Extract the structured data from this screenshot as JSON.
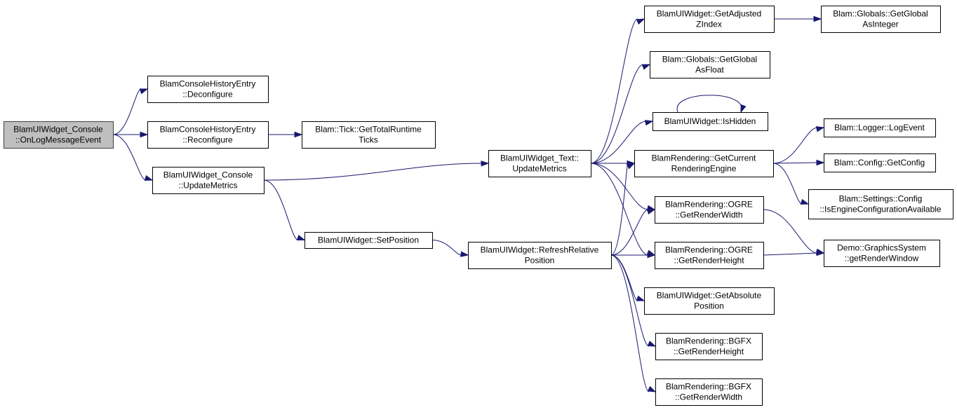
{
  "diagram": {
    "colors": {
      "edge": "#191970",
      "node_border": "#000000",
      "root_fill": "#bfbfbf",
      "node_fill": "#ffffff"
    },
    "nodes": [
      {
        "id": "root",
        "lines": [
          "BlamUIWidget_Console",
          "::OnLogMessageEvent"
        ],
        "highlight": true
      },
      {
        "id": "che_dec",
        "lines": [
          "BlamConsoleHistoryEntry",
          "::Deconfigure"
        ]
      },
      {
        "id": "che_rec",
        "lines": [
          "BlamConsoleHistoryEntry",
          "::Reconfigure"
        ]
      },
      {
        "id": "tick",
        "lines": [
          "Blam::Tick::GetTotalRuntime",
          "Ticks"
        ]
      },
      {
        "id": "con_upd",
        "lines": [
          "BlamUIWidget_Console",
          "::UpdateMetrics"
        ]
      },
      {
        "id": "setpos",
        "lines": [
          "BlamUIWidget::SetPosition"
        ]
      },
      {
        "id": "txt_upd",
        "lines": [
          "BlamUIWidget_Text::",
          "UpdateMetrics"
        ]
      },
      {
        "id": "refresh",
        "lines": [
          "BlamUIWidget::RefreshRelative",
          "Position"
        ]
      },
      {
        "id": "getz",
        "lines": [
          "BlamUIWidget::GetAdjusted",
          "ZIndex"
        ]
      },
      {
        "id": "gint",
        "lines": [
          "Blam::Globals::GetGlobal",
          "AsInteger"
        ]
      },
      {
        "id": "gfloat",
        "lines": [
          "Blam::Globals::GetGlobal",
          "AsFloat"
        ]
      },
      {
        "id": "hidden",
        "lines": [
          "BlamUIWidget::IsHidden"
        ]
      },
      {
        "id": "getcur",
        "lines": [
          "BlamRendering::GetCurrent",
          "RenderingEngine"
        ]
      },
      {
        "id": "logevt",
        "lines": [
          "Blam::Logger::LogEvent"
        ]
      },
      {
        "id": "getcfg",
        "lines": [
          "Blam::Config::GetConfig"
        ]
      },
      {
        "id": "isavail",
        "lines": [
          "Blam::Settings::Config",
          "::IsEngineConfigurationAvailable"
        ]
      },
      {
        "id": "ogre_w",
        "lines": [
          "BlamRendering::OGRE",
          "::GetRenderWidth"
        ]
      },
      {
        "id": "ogre_h",
        "lines": [
          "BlamRendering::OGRE",
          "::GetRenderHeight"
        ]
      },
      {
        "id": "renderwin",
        "lines": [
          "Demo::GraphicsSystem",
          "::getRenderWindow"
        ]
      },
      {
        "id": "getabs",
        "lines": [
          "BlamUIWidget::GetAbsolute",
          "Position"
        ]
      },
      {
        "id": "bgfx_h",
        "lines": [
          "BlamRendering::BGFX",
          "::GetRenderHeight"
        ]
      },
      {
        "id": "bgfx_w",
        "lines": [
          "BlamRendering::BGFX",
          "::GetRenderWidth"
        ]
      }
    ],
    "edges": [
      {
        "from": "root",
        "to": "che_dec"
      },
      {
        "from": "root",
        "to": "che_rec"
      },
      {
        "from": "root",
        "to": "con_upd"
      },
      {
        "from": "che_rec",
        "to": "tick"
      },
      {
        "from": "con_upd",
        "to": "txt_upd"
      },
      {
        "from": "con_upd",
        "to": "setpos"
      },
      {
        "from": "setpos",
        "to": "refresh"
      },
      {
        "from": "txt_upd",
        "to": "getz"
      },
      {
        "from": "txt_upd",
        "to": "gfloat"
      },
      {
        "from": "txt_upd",
        "to": "hidden"
      },
      {
        "from": "txt_upd",
        "to": "getcur"
      },
      {
        "from": "txt_upd",
        "to": "ogre_w"
      },
      {
        "from": "txt_upd",
        "to": "ogre_h"
      },
      {
        "from": "getz",
        "to": "gint"
      },
      {
        "from": "hidden",
        "to": "hidden"
      },
      {
        "from": "getcur",
        "to": "logevt"
      },
      {
        "from": "getcur",
        "to": "getcfg"
      },
      {
        "from": "getcur",
        "to": "isavail"
      },
      {
        "from": "ogre_w",
        "to": "renderwin"
      },
      {
        "from": "ogre_h",
        "to": "renderwin"
      },
      {
        "from": "refresh",
        "to": "getcur"
      },
      {
        "from": "refresh",
        "to": "ogre_w"
      },
      {
        "from": "refresh",
        "to": "ogre_h"
      },
      {
        "from": "refresh",
        "to": "getabs"
      },
      {
        "from": "refresh",
        "to": "bgfx_h"
      },
      {
        "from": "refresh",
        "to": "bgfx_w"
      }
    ]
  }
}
